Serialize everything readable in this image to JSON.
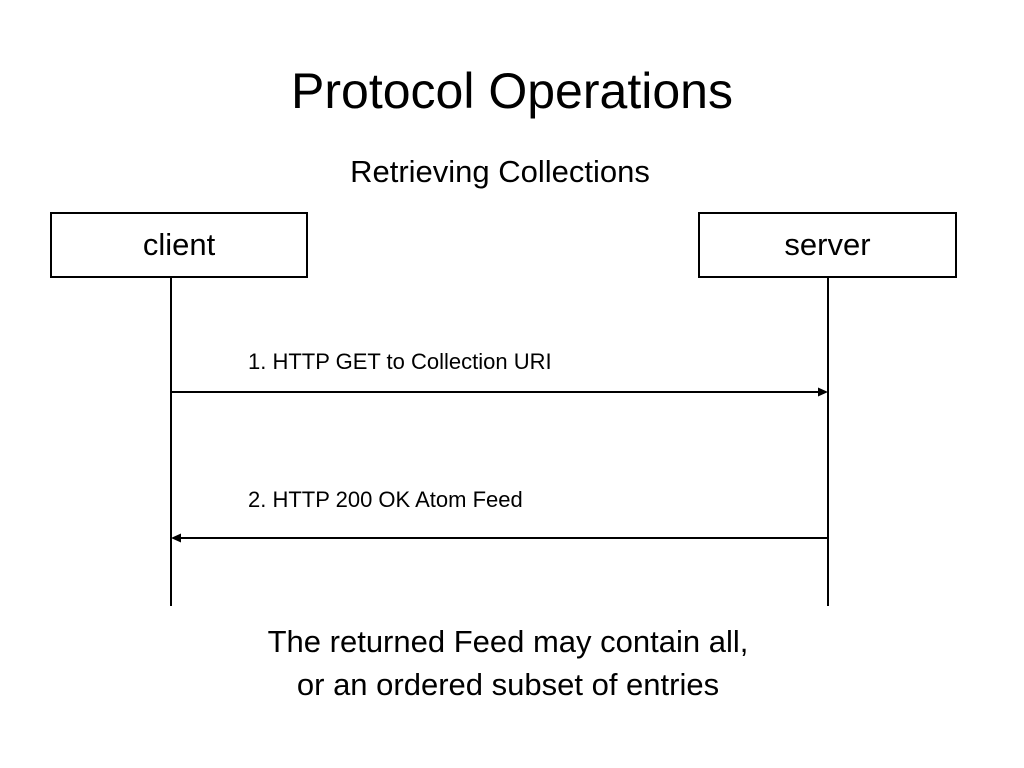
{
  "slide": {
    "title": "Protocol Operations",
    "subtitle": "Retrieving Collections",
    "actors": {
      "client": "client",
      "server": "server"
    },
    "messages": [
      {
        "label": "1. HTTP GET to Collection URI",
        "from": "client",
        "to": "server"
      },
      {
        "label": "2. HTTP 200 OK Atom Feed",
        "from": "server",
        "to": "client"
      }
    ],
    "note": {
      "line1": "The returned Feed may contain all,",
      "line2": "or an ordered subset of entries"
    }
  }
}
